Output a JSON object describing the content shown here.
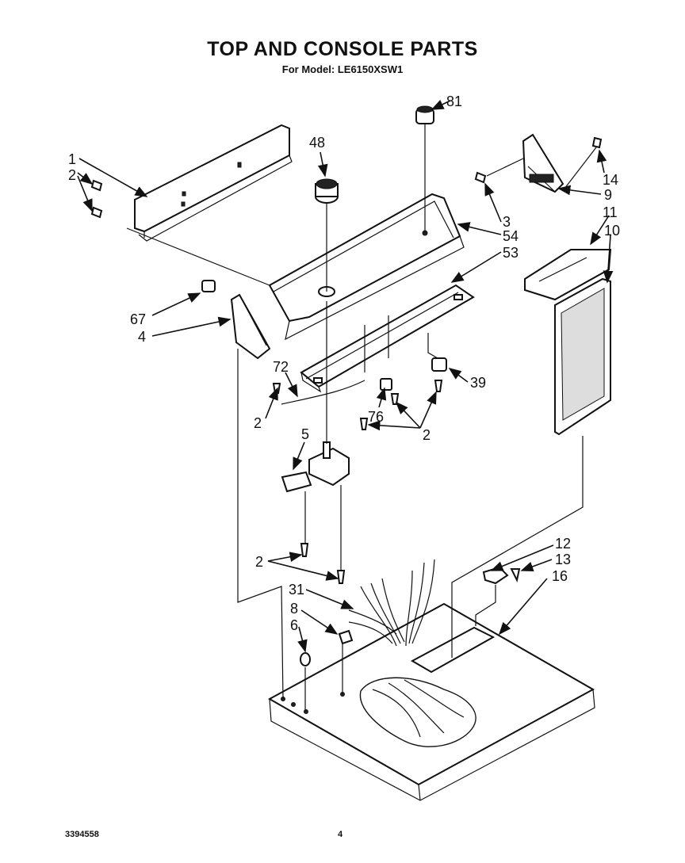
{
  "header": {
    "title": "TOP AND CONSOLE PARTS",
    "subtitle": "For Model: LE6150XSW1"
  },
  "footer": {
    "doc_number": "3394558",
    "page_number": "4"
  },
  "callouts": [
    "81",
    "48",
    "1",
    "2",
    "14",
    "9",
    "3",
    "54",
    "11",
    "10",
    "53",
    "67",
    "4",
    "72",
    "39",
    "2",
    "76",
    "2",
    "5",
    "2",
    "12",
    "13",
    "16",
    "31",
    "8",
    "6"
  ]
}
